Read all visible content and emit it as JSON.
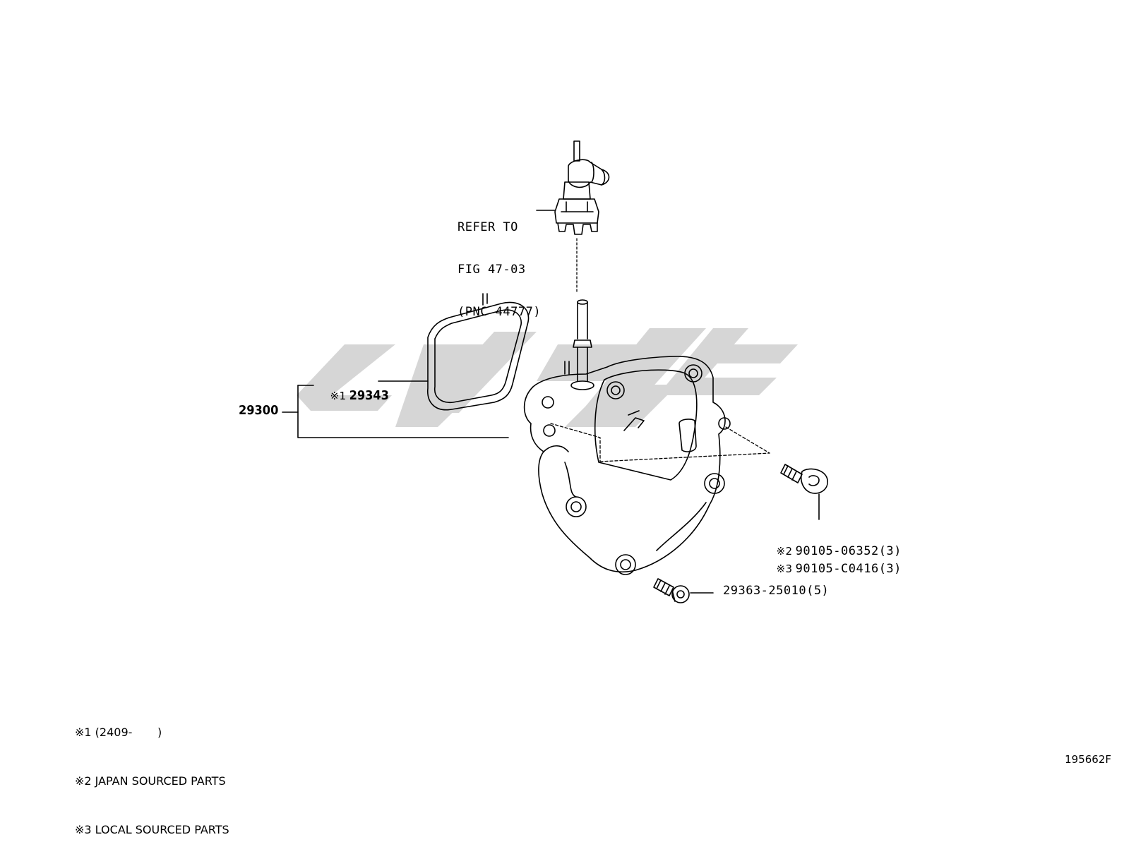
{
  "callouts": {
    "refer": [
      "REFER TO",
      "FIG 47-03",
      "(PNC 44777)"
    ],
    "assembly": "29300",
    "gasket": {
      "mark": "※1",
      "part": "29343"
    },
    "bolt_a": [
      {
        "mark": "※2",
        "part": "90105-06352(3)"
      },
      {
        "mark": "※3",
        "part": "90105-C0416(3)"
      }
    ],
    "bolt_b": "29363-25010(5)"
  },
  "notes": [
    "※1 (2409-       )",
    "※2 JAPAN SOURCED PARTS",
    "※3 LOCAL SOURCED PARTS"
  ],
  "figure_id": "195662F",
  "colors": {
    "line": "#000000",
    "watermark": "#cccccc"
  }
}
